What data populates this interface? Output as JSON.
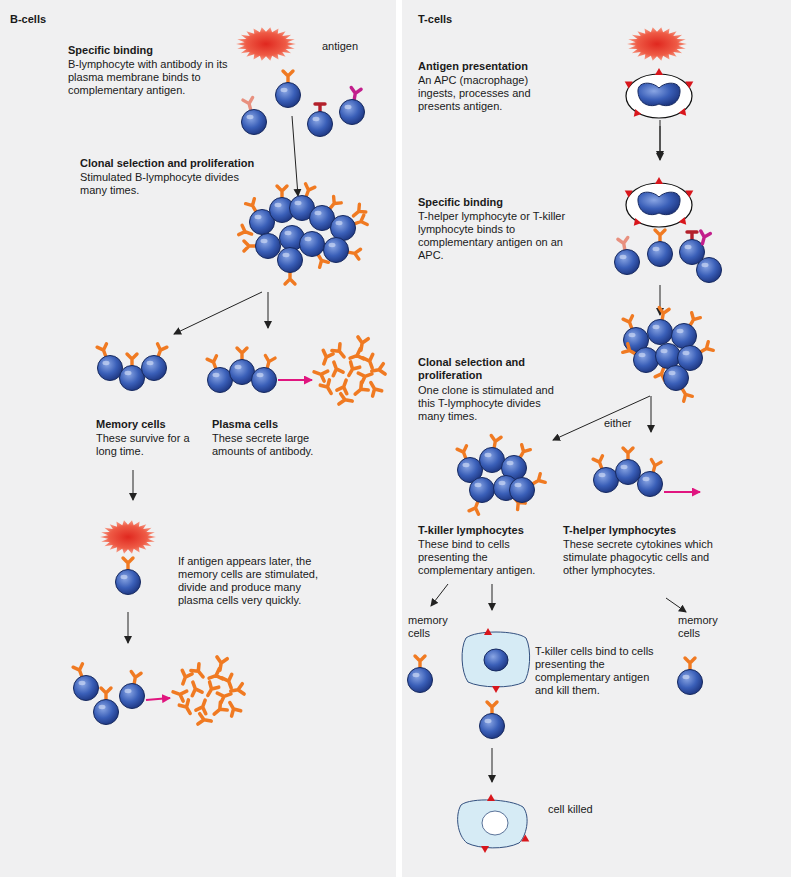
{
  "diagram": {
    "labels": [
      "B-cells",
      "Specific binding",
      "B-lymphocyte with antibody in its plasma membrane binds to complementary antigen.",
      "antigen",
      "Clonal selection and proliferation",
      "Stimulated B-lymphocyte divides many times.",
      "Memory cells",
      "These survive for a long time.",
      "Plasma cells",
      "These secrete large amounts of antibody.",
      "If antigen appears later, the memory cells are stimulated, divide and produce many plasma cells very quickly.",
      "T-cells",
      "Antigen presentation",
      "An APC (macrophage) ingests, processes and presents antigen.",
      "Specific binding",
      "T-helper lymphocyte or T-killer lymphocyte binds to complementary antigen on an APC.",
      "Clonal selection and proliferation",
      "One clone is stimulated and this T-lymphocyte divides many times.",
      "either",
      "T-killer lymphocytes",
      "These bind to cells presenting the complementary antigen.",
      "T-helper lymphocytes",
      "These secrete cytokines which stimulate phagocytic cells and other lymphocytes.",
      "memory cells",
      "T-killer cells bind to cells presenting the complementary antigen and kill them.",
      "memory cells",
      "cell killed"
    ]
  }
}
